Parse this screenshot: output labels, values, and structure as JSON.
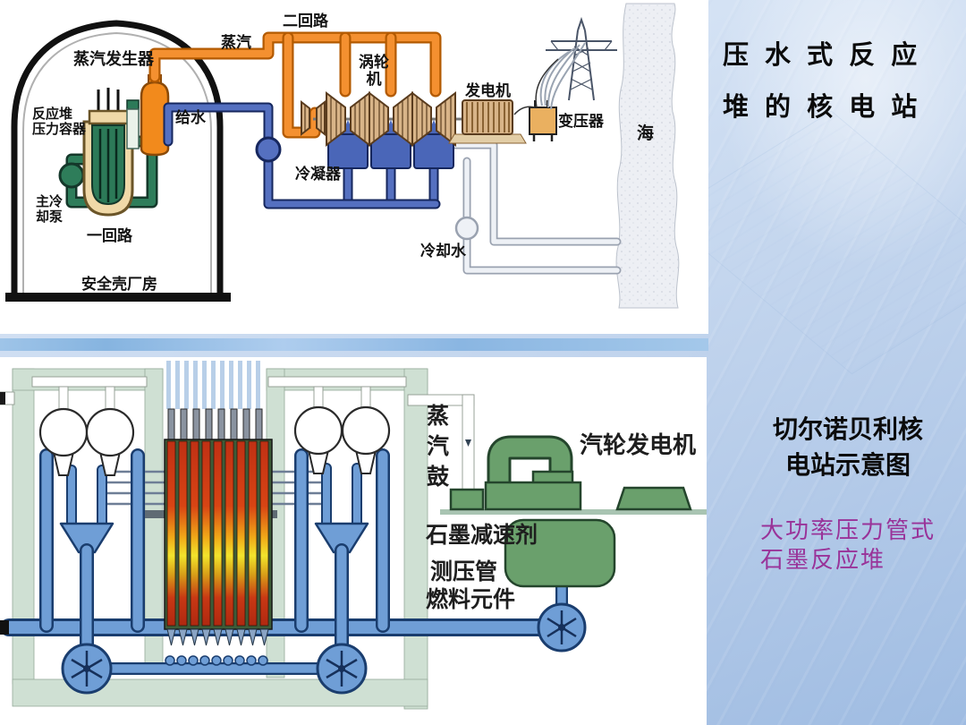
{
  "right_panel": {
    "title_line1": "压 水 式 反 应",
    "title_line2": "堆 的 核 电 站",
    "caption_line1": "切尔诺贝利核",
    "caption_line2": "电站示意图",
    "subtitle_line1": "大功率压力管式",
    "subtitle_line2": "石墨反应堆"
  },
  "pwr": {
    "labels": {
      "steam_generator": "蒸汽发生器",
      "steam": "蒸汽",
      "secondary_loop": "二回路",
      "turbine_line1": "涡轮",
      "turbine_line2": "机",
      "generator": "发电机",
      "feedwater": "给水",
      "reactor_vessel_line1": "反应堆",
      "reactor_vessel_line2": "压力容器",
      "main_pump_line1": "主冷",
      "main_pump_line2": "却泵",
      "primary_loop": "一回路",
      "containment": "安全壳厂房",
      "condenser": "冷凝器",
      "transformer": "变压器",
      "cooling_water": "冷却水",
      "sea": "海"
    }
  },
  "rbmk": {
    "labels": {
      "steam_drum": "蒸汽鼓",
      "turbo_generator": "汽轮发电机",
      "graphite_moderator": "石墨减速剂",
      "pressure_tube": "测压管",
      "fuel_element": "燃料元件"
    }
  },
  "colors": {
    "primary_loop_green": "#2e7d5a",
    "secondary_steam_orange": "#f08820",
    "condensate_blue": "#5570c0",
    "rbmk_pipe_blue": "#6f9ed6",
    "turbo_generator_green": "#6aa06c",
    "fuel_channel_red": "#cc3015",
    "fuel_channel_glow": "#f2e42c",
    "subtitle_purple": "#993399",
    "divider_blue": "#8ab6e2"
  }
}
